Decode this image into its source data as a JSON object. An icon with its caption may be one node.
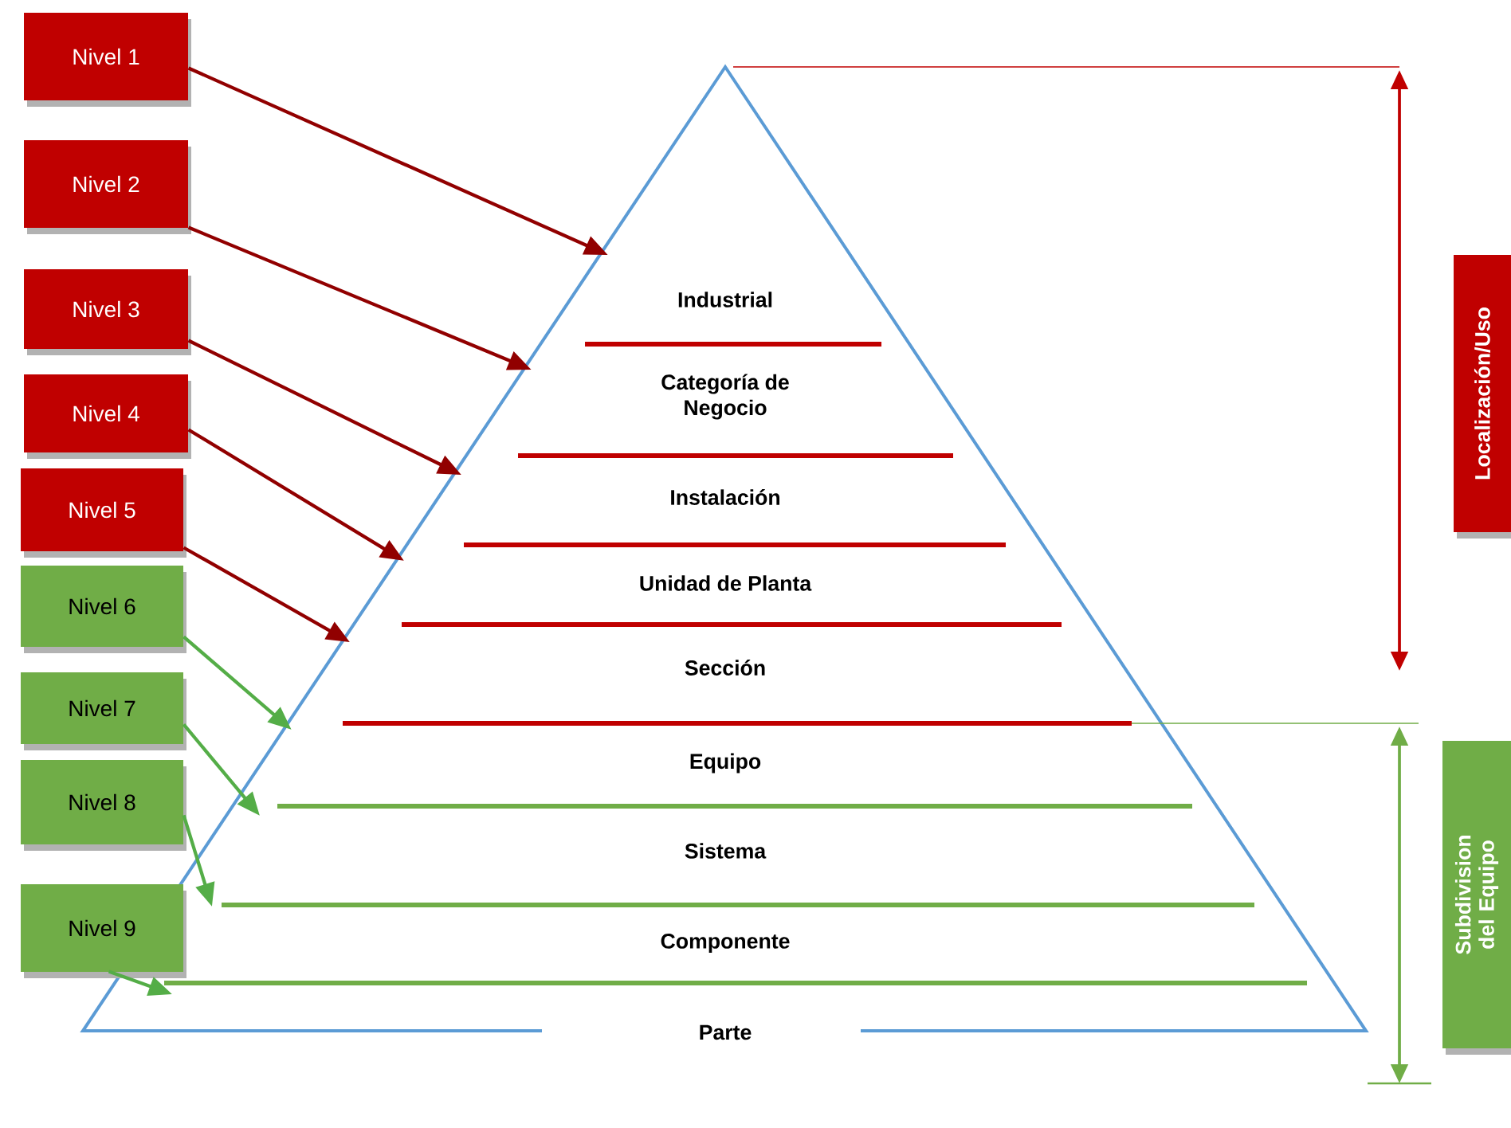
{
  "diagram": {
    "nodes": [
      {
        "text": [
          "Nivel 1"
        ]
      },
      {
        "text": [
          "Nivel 2"
        ]
      },
      {
        "text": [
          "Nivel 3"
        ]
      },
      {
        "text": [
          "Nivel 4"
        ]
      },
      {
        "text": [
          "Nivel 5"
        ]
      },
      {
        "text": [
          "Nivel 6"
        ]
      },
      {
        "text": [
          "Nivel 7"
        ]
      },
      {
        "text": [
          "Nivel 8"
        ]
      },
      {
        "text": [
          "Nivel 9"
        ]
      },
      {
        "text": [
          "Industrial"
        ]
      },
      {
        "text": [
          "Categoría de Negocio"
        ]
      },
      {
        "text": [
          "Instalación"
        ]
      },
      {
        "text": [
          "Unidad de Planta"
        ]
      },
      {
        "text": [
          "Sección"
        ]
      },
      {
        "text": [
          "Equipo"
        ]
      },
      {
        "text": [
          "Sistema"
        ]
      },
      {
        "text": [
          "Componente"
        ]
      },
      {
        "text": [
          "Parte"
        ]
      },
      {
        "text": [
          "Localización/Uso"
        ]
      },
      {
        "text": [
          "Subdivision del Equipo"
        ]
      }
    ],
    "edges": [
      {
        "from": 0,
        "to": 9,
        "arrow": "to"
      },
      {
        "from": 1,
        "to": 10,
        "arrow": "to"
      },
      {
        "from": 2,
        "to": 11,
        "arrow": "to"
      },
      {
        "from": 3,
        "to": 12,
        "arrow": "to"
      },
      {
        "from": 4,
        "to": 13,
        "arrow": "to"
      },
      {
        "from": 5,
        "to": 14,
        "arrow": "to",
        "color": "#70ad47"
      },
      {
        "from": 6,
        "to": 15,
        "arrow": "to",
        "color": "#70ad47"
      },
      {
        "from": 7,
        "to": 16,
        "arrow": "to",
        "color": "#70ad47"
      },
      {
        "from": 8,
        "to": 17,
        "arrow": "to",
        "color": "#70ad47"
      }
    ]
  }
}
